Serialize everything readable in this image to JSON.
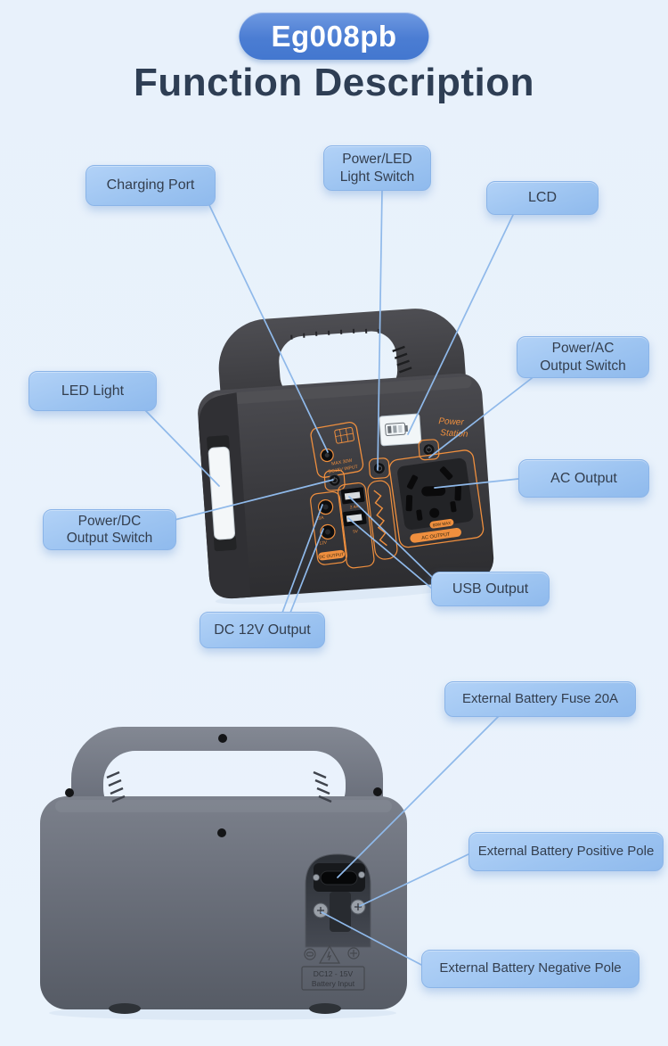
{
  "header": {
    "badge": "Eg008pb",
    "title": "Function Description"
  },
  "colors": {
    "background": "#e9f2fc",
    "label_fill": "#9dc4f1",
    "label_text": "#333e4e",
    "badge_blue": "#4b7dd3",
    "title_color": "#2e3e54",
    "leader_line": "#8fb9ea",
    "accent_orange": "#ef8f3e"
  },
  "callouts": {
    "charging_port": "Charging Port",
    "power_led_light_switch": "Power/LED\nLight Switch",
    "lcd": "LCD",
    "power_ac_output_switch": "Power/AC\nOutput Switch",
    "led_light": "LED Light",
    "ac_output": "AC Output",
    "power_dc_output_switch": "Power/DC\nOutput Switch",
    "usb_output": "USB Output",
    "dc_12v_output": "DC 12V Output",
    "external_battery_fuse": "External Battery Fuse 20A",
    "external_battery_positive": "External Battery Positive Pole",
    "external_battery_negative": "External Battery Negative Pole"
  },
  "front_panel_markings": {
    "brand_line1": "Power",
    "brand_line2": "Station",
    "charging_note_line1": "MAX 30W",
    "charging_note_line2": "DC15V INPUT",
    "dc_port_amp": "10A",
    "dc_port_volt": "12V",
    "usb_amp": "2.4A",
    "usb_volt": "5V",
    "ac_watt": "60W MAX",
    "ac_section": "AC OUTPUT",
    "dc_section": "DC OUTPUT"
  },
  "rear_panel_markings": {
    "battery_input_line1": "DC12 - 15V",
    "battery_input_line2": "Battery Input"
  }
}
